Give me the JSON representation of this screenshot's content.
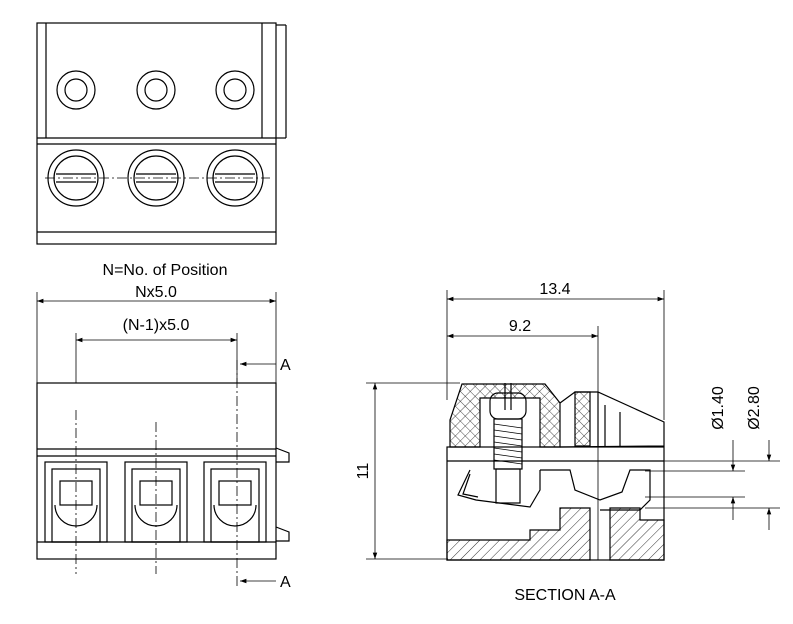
{
  "labels": {
    "positions_note": "N=No. of Position",
    "total_width": "Nx5.0",
    "pitch_span": "(N-1)x5.0",
    "section_mark_top": "A",
    "section_mark_bottom": "A",
    "depth": "13.4",
    "depth_inner": "9.2",
    "height": "11",
    "dia_small": "Ø1.40",
    "dia_large": "Ø2.80",
    "section_caption": "SECTION A-A"
  }
}
